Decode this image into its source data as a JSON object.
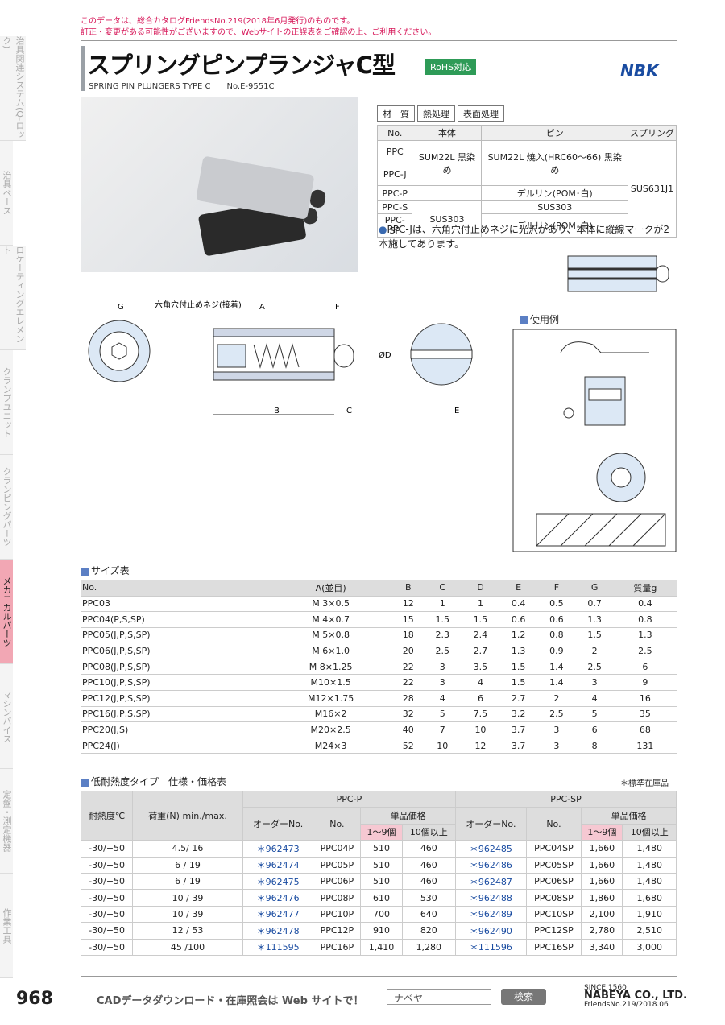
{
  "notice": [
    "このデータは、総合カタログFriendsNo.219(2018年6月発行)のものです。",
    "訂正・変更がある可能性がございますので、Webサイトの正誤表をご確認の上、ご利用ください。"
  ],
  "title": "スプリングピンプランジャC型",
  "rohs": "RoHS対応",
  "subtitle": "SPRING PIN PLUNGERS TYPE C　　No.E-9551C",
  "brand": "NBK",
  "sidebar": [
    "治具関連システム(Q-ロック)",
    "治具ベース",
    "ロケーティングエレメント",
    "クランプユニット",
    "クランピングパーツ",
    "メカニカルパーツ",
    "マシンバイス",
    "定盤・測定機器",
    "作業工具"
  ],
  "material": {
    "tags": [
      "材　質",
      "熱処理",
      "表面処理"
    ],
    "headers": [
      "No.",
      "本体",
      "ピン",
      "スプリング"
    ],
    "rows": [
      [
        "PPC",
        "SUM22L 黒染め",
        "SUM22L 焼入(HRC60～66) 黒染め",
        "SUS631J1"
      ],
      [
        "PPC-J",
        "",
        "",
        ""
      ],
      [
        "PPC-P",
        "",
        "デルリン(POM･白)",
        ""
      ],
      [
        "PPC-S",
        "SUS303",
        "SUS303",
        ""
      ],
      [
        "PPC-SP",
        "",
        "デルリン(POM･白)",
        ""
      ]
    ]
  },
  "note": "PPC-Jは、六角穴付止めネジに光沢があり、本体に縦線マークが2本施してあります。",
  "drawing": {
    "labels": [
      "G",
      "六角穴付止めネジ(接着)",
      "A",
      "F",
      "B",
      "C",
      "ØD",
      "E"
    ]
  },
  "usage_title": "使用例",
  "size_title": "サイズ表",
  "size_headers": [
    "No.",
    "A(並目)",
    "B",
    "C",
    "D",
    "E",
    "F",
    "G",
    "質量g"
  ],
  "size_rows": [
    [
      "PPC03",
      "M 3×0.5",
      "12",
      "1",
      "1",
      "0.4",
      "0.5",
      "0.7",
      "0.4"
    ],
    [
      "PPC04(P,S,SP)",
      "M 4×0.7",
      "15",
      "1.5",
      "1.5",
      "0.6",
      "0.6",
      "1.3",
      "0.8"
    ],
    [
      "PPC05(J,P,S,SP)",
      "M 5×0.8",
      "18",
      "2.3",
      "2.4",
      "1.2",
      "0.8",
      "1.5",
      "1.3"
    ],
    [
      "PPC06(J,P,S,SP)",
      "M 6×1.0",
      "20",
      "2.5",
      "2.7",
      "1.3",
      "0.9",
      "2",
      "2.5"
    ],
    [
      "PPC08(J,P,S,SP)",
      "M 8×1.25",
      "22",
      "3",
      "3.5",
      "1.5",
      "1.4",
      "2.5",
      "6"
    ],
    [
      "PPC10(J,P,S,SP)",
      "M10×1.5",
      "22",
      "3",
      "4",
      "1.5",
      "1.4",
      "3",
      "9"
    ],
    [
      "PPC12(J,P,S,SP)",
      "M12×1.75",
      "28",
      "4",
      "6",
      "2.7",
      "2",
      "4",
      "16"
    ],
    [
      "PPC16(J,P,S,SP)",
      "M16×2",
      "32",
      "5",
      "7.5",
      "3.2",
      "2.5",
      "5",
      "35"
    ],
    [
      "PPC20(J,S)",
      "M20×2.5",
      "40",
      "7",
      "10",
      "3.7",
      "3",
      "6",
      "68"
    ],
    [
      "PPC24(J)",
      "M24×3",
      "52",
      "10",
      "12",
      "3.7",
      "3",
      "8",
      "131"
    ]
  ],
  "price_title": "低耐熱度タイプ　仕様・価格表",
  "stock_note": "＊標準在庫品",
  "price_head": {
    "temp": "耐熱度℃",
    "load": "荷重(N) min./max.",
    "ppcp": "PPC-P",
    "ppcsp": "PPC-SP",
    "order": "オーダーNo.",
    "no": "No.",
    "unit": "単品価格",
    "q1": "1～9個",
    "q2": "10個以上"
  },
  "price_rows": [
    [
      "-30/+50",
      "4.5/ 16",
      "＊962473",
      "PPC04P",
      "510",
      "460",
      "＊962485",
      "PPC04SP",
      "1,660",
      "1,480"
    ],
    [
      "-30/+50",
      "6 / 19",
      "＊962474",
      "PPC05P",
      "510",
      "460",
      "＊962486",
      "PPC05SP",
      "1,660",
      "1,480"
    ],
    [
      "-30/+50",
      "6 / 19",
      "＊962475",
      "PPC06P",
      "510",
      "460",
      "＊962487",
      "PPC06SP",
      "1,660",
      "1,480"
    ],
    [
      "-30/+50",
      "10 / 39",
      "＊962476",
      "PPC08P",
      "610",
      "530",
      "＊962488",
      "PPC08SP",
      "1,860",
      "1,680"
    ],
    [
      "-30/+50",
      "10 / 39",
      "＊962477",
      "PPC10P",
      "700",
      "640",
      "＊962489",
      "PPC10SP",
      "2,100",
      "1,910"
    ],
    [
      "-30/+50",
      "12 / 53",
      "＊962478",
      "PPC12P",
      "910",
      "820",
      "＊962490",
      "PPC12SP",
      "2,780",
      "2,510"
    ],
    [
      "-30/+50",
      "45 /100",
      "＊111595",
      "PPC16P",
      "1,410",
      "1,280",
      "＊111596",
      "PPC16SP",
      "3,340",
      "3,000"
    ]
  ],
  "footer": {
    "page": "968",
    "cad": "CADデータダウンロード・在庫照会は Web サイトで！",
    "search": "ナベヤ",
    "button": "検索",
    "since": "SINCE 1560",
    "company": "NABEYA CO., LTD.",
    "friends": "FriendsNo.219/2018.06"
  }
}
